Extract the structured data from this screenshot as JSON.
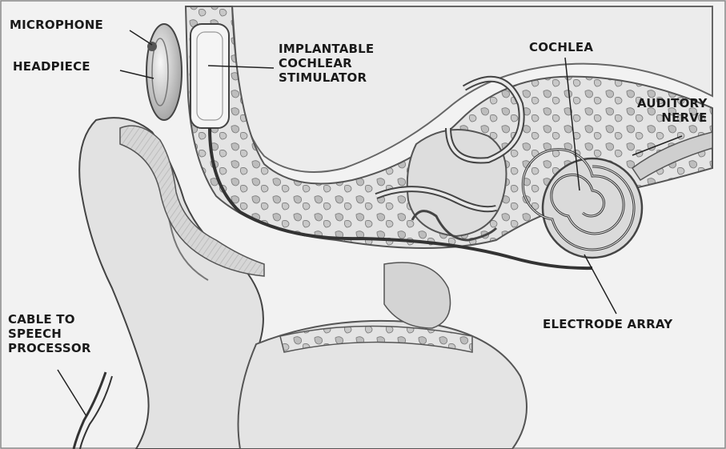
{
  "diagram": {
    "labels": {
      "microphone": "MICROPHONE",
      "headpiece": "HEADPIECE",
      "stimulator": [
        "IMPLANTABLE",
        "COCHLEAR",
        "STIMULATOR"
      ],
      "cochlea": "COCHLEA",
      "auditory_nerve": [
        "AUDITORY",
        "NERVE"
      ],
      "electrode_array": "ELECTRODE ARRAY",
      "cable": [
        "CABLE TO",
        "SPEECH",
        "PROCESSOR"
      ]
    },
    "colors": {
      "background": "#f2f2f2",
      "ink": "#1a1a1a",
      "tissue": "#cfcfcf",
      "bone": "#e6e6e6",
      "shadow": "#9a9a9a"
    }
  }
}
